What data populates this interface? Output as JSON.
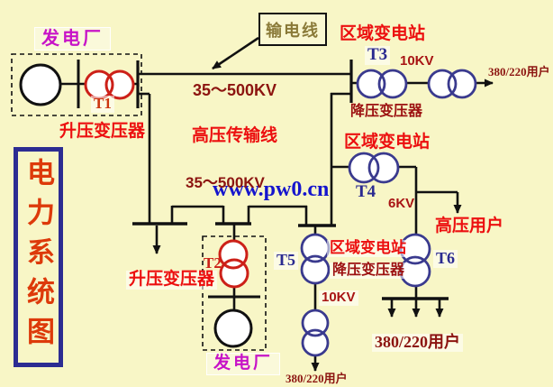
{
  "diagram_title": "电力系统图",
  "watermark": "www.pw0.cn",
  "labels": {
    "plant_top": "发电厂",
    "t1": "T1",
    "stepup_top": "升压变压器",
    "transmission_line_box": "输电线",
    "substation_1": "区域变电站",
    "t3": "T3",
    "kv10_top": "10KV",
    "users380_top": "380/220用户",
    "stepdown_1": "降压变压器",
    "kv35_top": "35～500KV",
    "hv_transmission": "高压传输线",
    "substation_2": "区域变电站",
    "t4": "T4",
    "kv6": "6KV",
    "hv_users": "高压用户",
    "kv35_mid": "35～500KV",
    "stepup_bottom": "升压变压器",
    "t2": "T2",
    "plant_bottom": "发电厂",
    "t5": "T5",
    "substation_3": "区域变电站",
    "stepdown_2": "降压变压器",
    "t6": "T6",
    "kv10_mid": "10KV",
    "users380_small": "380/220用户",
    "users380_big": "380/220用户"
  },
  "colors": {
    "background": "#f8f6c6",
    "wire_black": "#111111",
    "generator_stroke": "#111111",
    "stepup_transformer_red": "#cc2018",
    "stepdown_transformer_navy": "#3a3a8e",
    "plant_label_magenta": "#c713c7",
    "substation_label_red": "#ec0f0f",
    "voltage_maroon": "#8c1410",
    "stepdown_label_darkred": "#9c1010",
    "transmission_box_text_olive": "#8a7a38",
    "t_label_navy": "#2a2a90",
    "title_orange": "#dd3a0a",
    "title_border_navy": "#2c2c92",
    "watermark_blue": "#1515cd"
  }
}
